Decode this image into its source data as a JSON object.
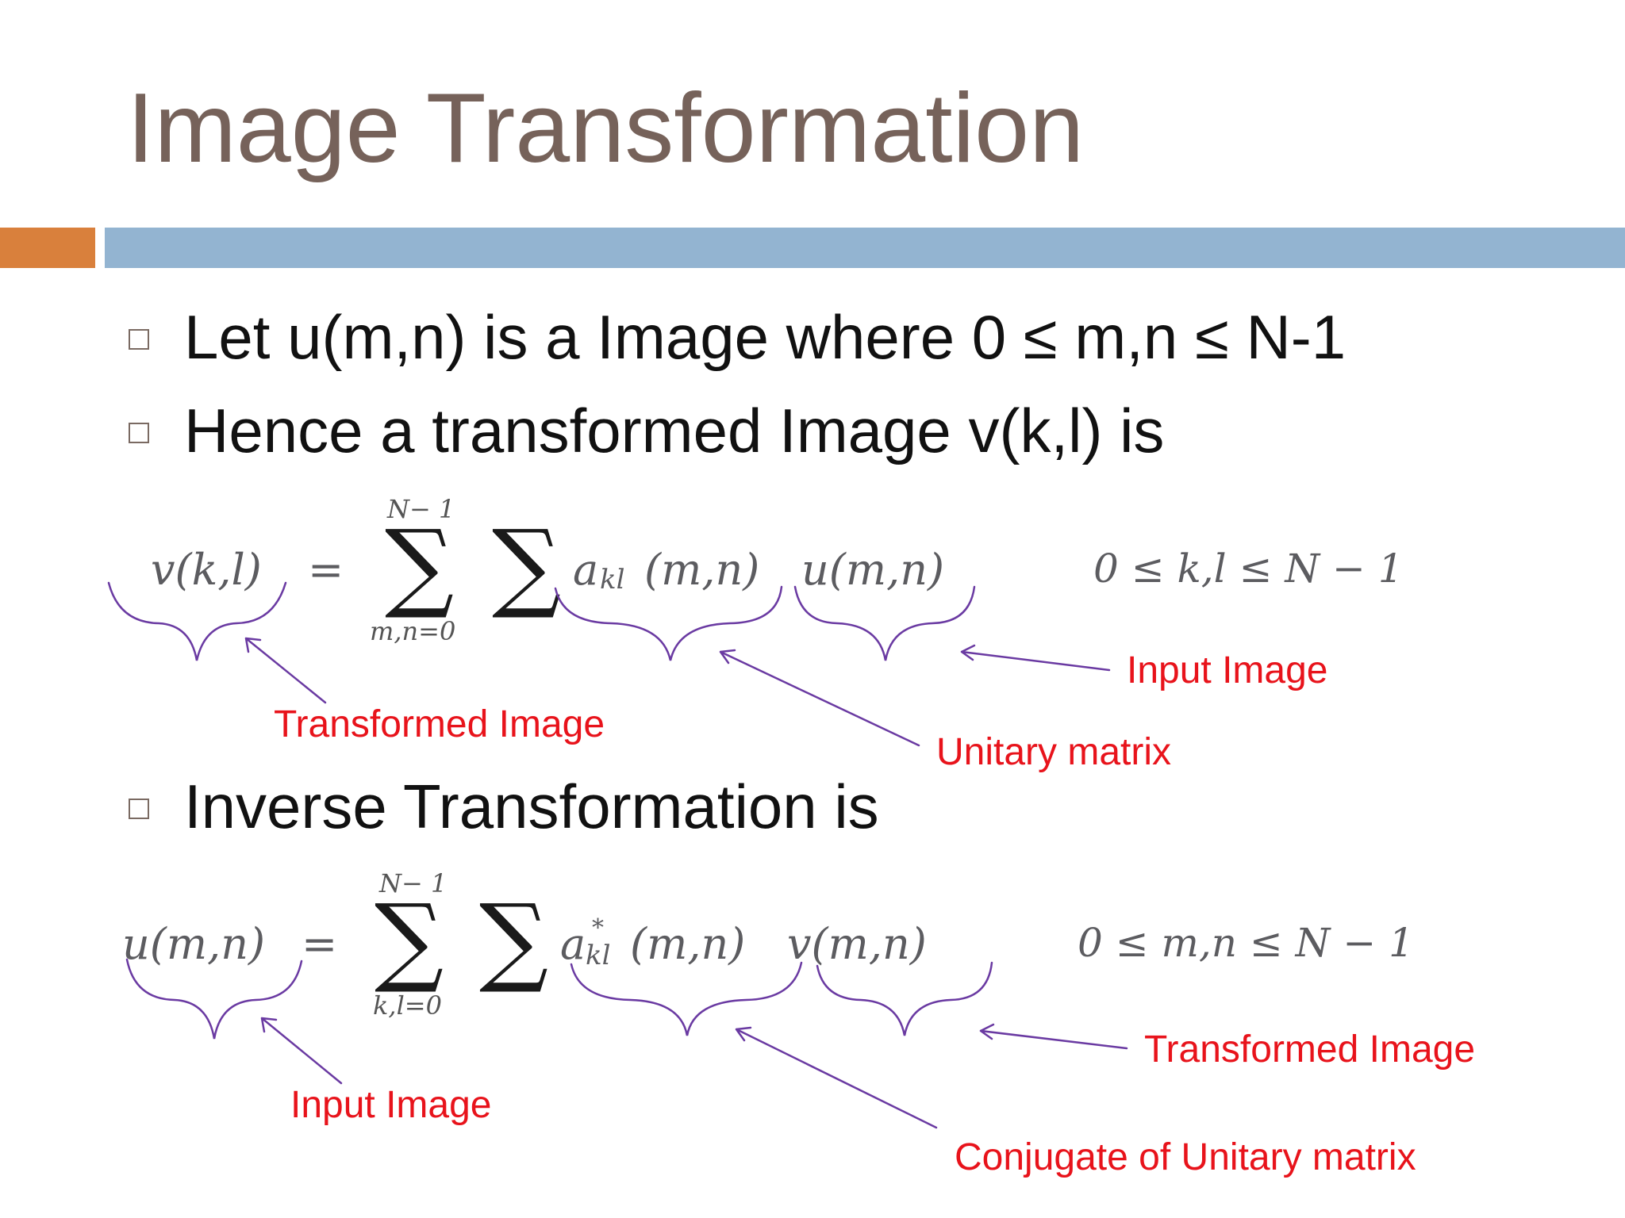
{
  "title": "Image Transformation",
  "colors": {
    "title": "#76625a",
    "accent_orange": "#d9803c",
    "accent_blue": "#93b4d1",
    "annotation_line": "#6a3aa2",
    "annotation_text": "#e8131b"
  },
  "bullets": [
    "Let u(m,n) is a Image where 0 ≤ m,n ≤ N-1",
    "Hence a transformed Image v(k,l) is",
    "Inverse Transformation is"
  ],
  "forward": {
    "lhs": "v(k,l)",
    "eq": "=",
    "upper_limit": "N− 1",
    "lower_limit": "m,n=0",
    "kernel": "a",
    "kernel_sub": "kl",
    "kernel_args": "(m,n)",
    "input": "u(m,n)",
    "range": "0  ≤   k,l  ≤ N − 1",
    "labels": {
      "transformed": "Transformed Image",
      "unitary": "Unitary matrix",
      "input": "Input  Image"
    }
  },
  "inverse": {
    "lhs": "u(m,n)",
    "eq": "=",
    "upper_limit": "N− 1",
    "lower_limit": "k,l=0",
    "kernel": "a",
    "kernel_sup": "*",
    "kernel_sub": "kl",
    "kernel_args": "(m,n)",
    "input": "v(m,n)",
    "range": "0  ≤  m,n  ≤ N − 1",
    "labels": {
      "input": "Input Image",
      "conjugate": "Conjugate of Unitary matrix",
      "transformed": "Transformed  Image"
    }
  }
}
